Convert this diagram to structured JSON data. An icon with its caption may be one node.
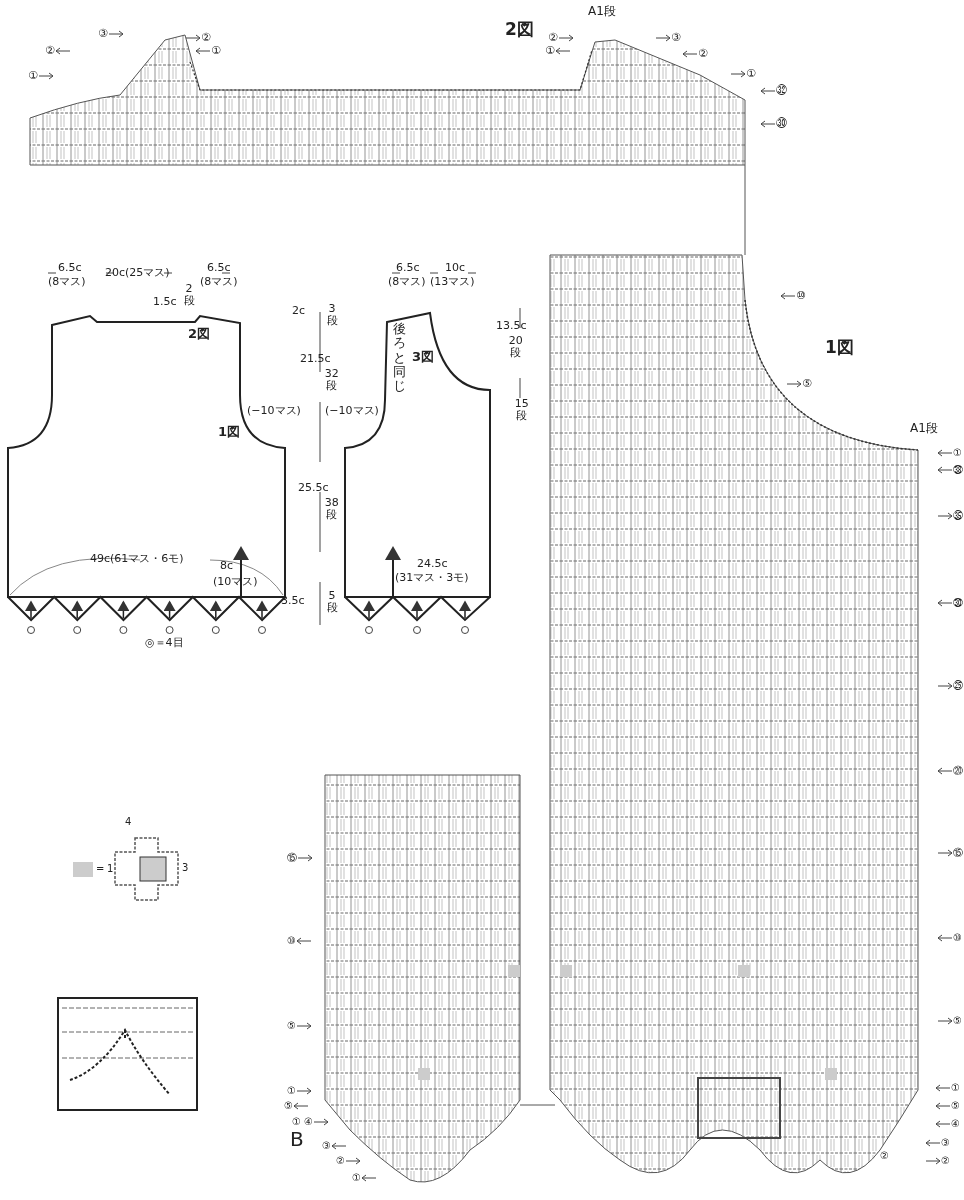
{
  "diagram": {
    "labels": [
      "③",
      "②",
      "①",
      "②",
      "①",
      "2図",
      "A1段",
      "②",
      "①",
      "③",
      "②",
      "①",
      "㉜",
      "㉚",
      "6.5c",
      "(8マス)",
      "20c(25マス)",
      "6.5c",
      "(8マス)",
      "2段",
      "1.5c",
      "2図",
      "(−10マス)",
      "1図",
      "49c(61マス・6モ)",
      "8c",
      "(10マス)",
      "◎＝4目",
      "2c",
      "3段",
      "21.5c",
      "32段",
      "(−10マス)",
      "25.5c",
      "38段",
      "3.5c",
      "5段",
      "6.5c",
      "(8マス)",
      "10c",
      "(13マス)",
      "後ろと同じ",
      "3図",
      "24.5c",
      "(31マス・3モ)",
      "13.5c",
      "20段",
      "15段",
      "⑩",
      "1図",
      "⑤",
      "A1段",
      "①",
      "㊳",
      "㉟",
      "㉚",
      "㉕",
      "⑳",
      "⑮",
      "⑩",
      "⑤",
      "①",
      "⑤",
      "④",
      "③",
      "②",
      "②",
      "⑮",
      "⑩",
      "⑤",
      "①",
      "⑤",
      "①",
      "④",
      "B",
      "③",
      "②",
      "①",
      "4",
      "=",
      "1",
      "3"
    ]
  }
}
